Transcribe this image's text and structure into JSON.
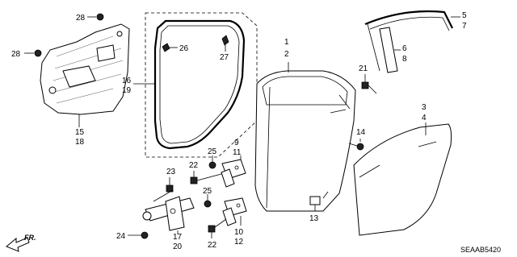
{
  "diagram": {
    "callouts": {
      "c1": "1",
      "c2": "2",
      "c3": "3",
      "c4": "4",
      "c5": "5",
      "c6": "6",
      "c7": "7",
      "c8": "8",
      "c9": "9",
      "c10": "10",
      "c11": "11",
      "c12": "12",
      "c13": "13",
      "c14": "14",
      "c15": "15",
      "c16": "16",
      "c17": "17",
      "c18": "18",
      "c19": "19",
      "c20": "20",
      "c21": "21",
      "c22a": "22",
      "c22b": "22",
      "c23": "23",
      "c24": "24",
      "c25a": "25",
      "c25b": "25",
      "c26": "26",
      "c27": "27",
      "c28a": "28",
      "c28b": "28"
    },
    "diagram_code": "SEAAB5420",
    "direction_label": "FR."
  }
}
